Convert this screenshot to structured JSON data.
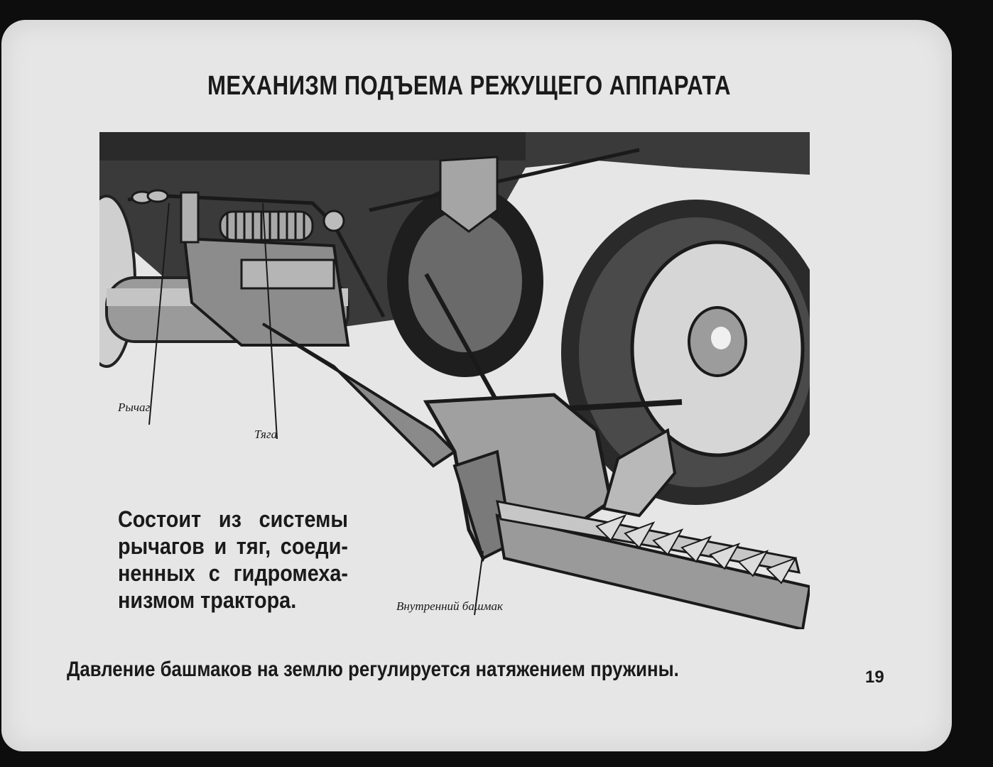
{
  "slide": {
    "title": "МЕХАНИЗМ ПОДЪЕМА РЕЖУЩЕГО АППАРАТА",
    "labels": {
      "lever": "Рычаг",
      "rod": "Тяга",
      "inner_shoe": "Внутренний башмак"
    },
    "description_lines": [
      "Состоит из системы",
      "рычагов и тяг, соеди-",
      "ненных с гидромеха-",
      "низмом трактора."
    ],
    "footer_text": "Давление башмаков на землю регулируется натяжением пружины.",
    "page_number": "19"
  },
  "colors": {
    "frame": "#0d0d0d",
    "paper": "#e6e6e6",
    "ink": "#1a1a1a"
  }
}
